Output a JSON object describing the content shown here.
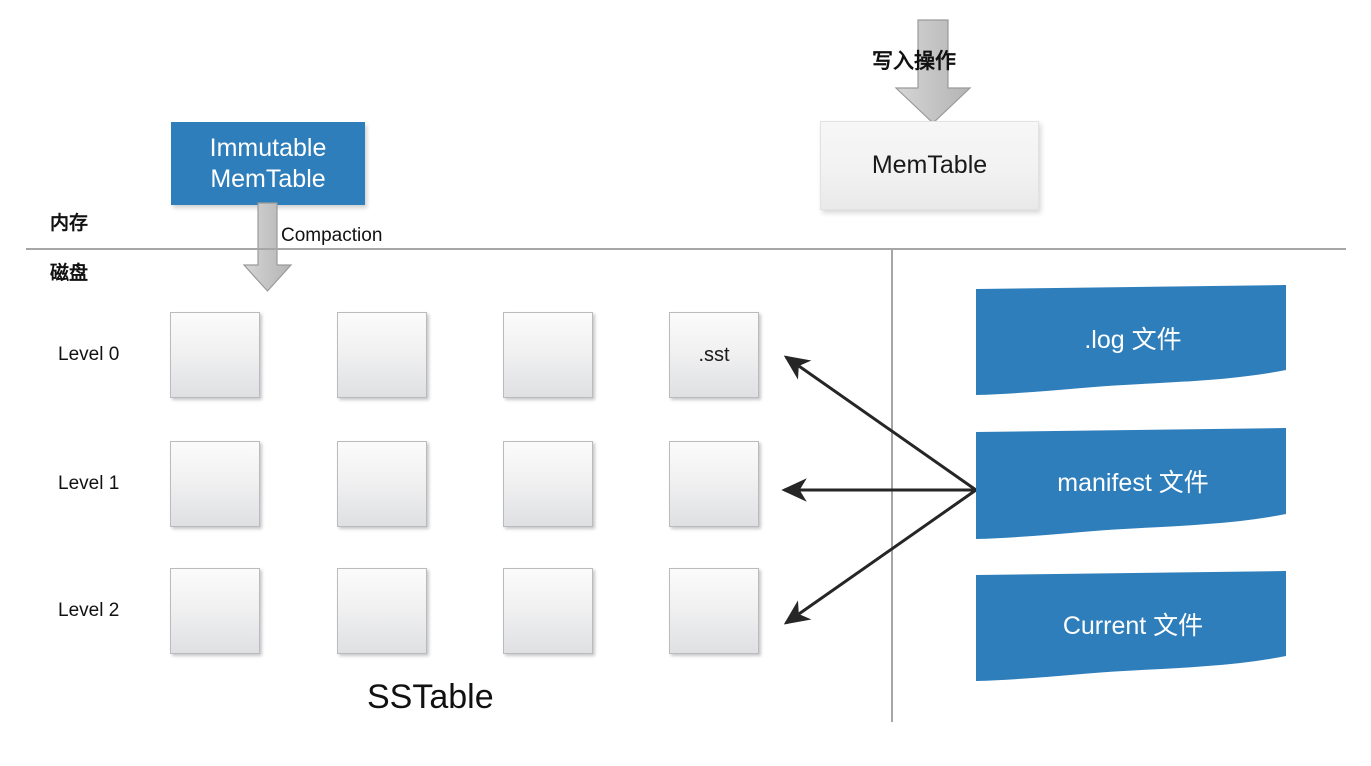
{
  "diagram": {
    "title_label": "SSTable",
    "memory_label": "内存",
    "disk_label": "磁盘",
    "accent_blue": "#2E7EBB",
    "arrow_gray": "#BFBFBF",
    "divider_gray": "#A6A6A6"
  },
  "memtable_flow": {
    "write_arrow_label": "写入操作",
    "memtable_label": "MemTable",
    "immutable_label_line1": "Immutable",
    "immutable_label_line2": "MemTable",
    "compaction_label": "Compaction"
  },
  "sstable": {
    "levels": [
      {
        "label": "Level 0",
        "cells": [
          "",
          "",
          "",
          ".sst"
        ]
      },
      {
        "label": "Level 1",
        "cells": [
          "",
          "",
          "",
          ""
        ]
      },
      {
        "label": "Level 2",
        "cells": [
          "",
          "",
          "",
          ""
        ]
      }
    ]
  },
  "files": [
    {
      "label": ".log 文件"
    },
    {
      "label": "manifest 文件"
    },
    {
      "label": "Current 文件"
    }
  ]
}
